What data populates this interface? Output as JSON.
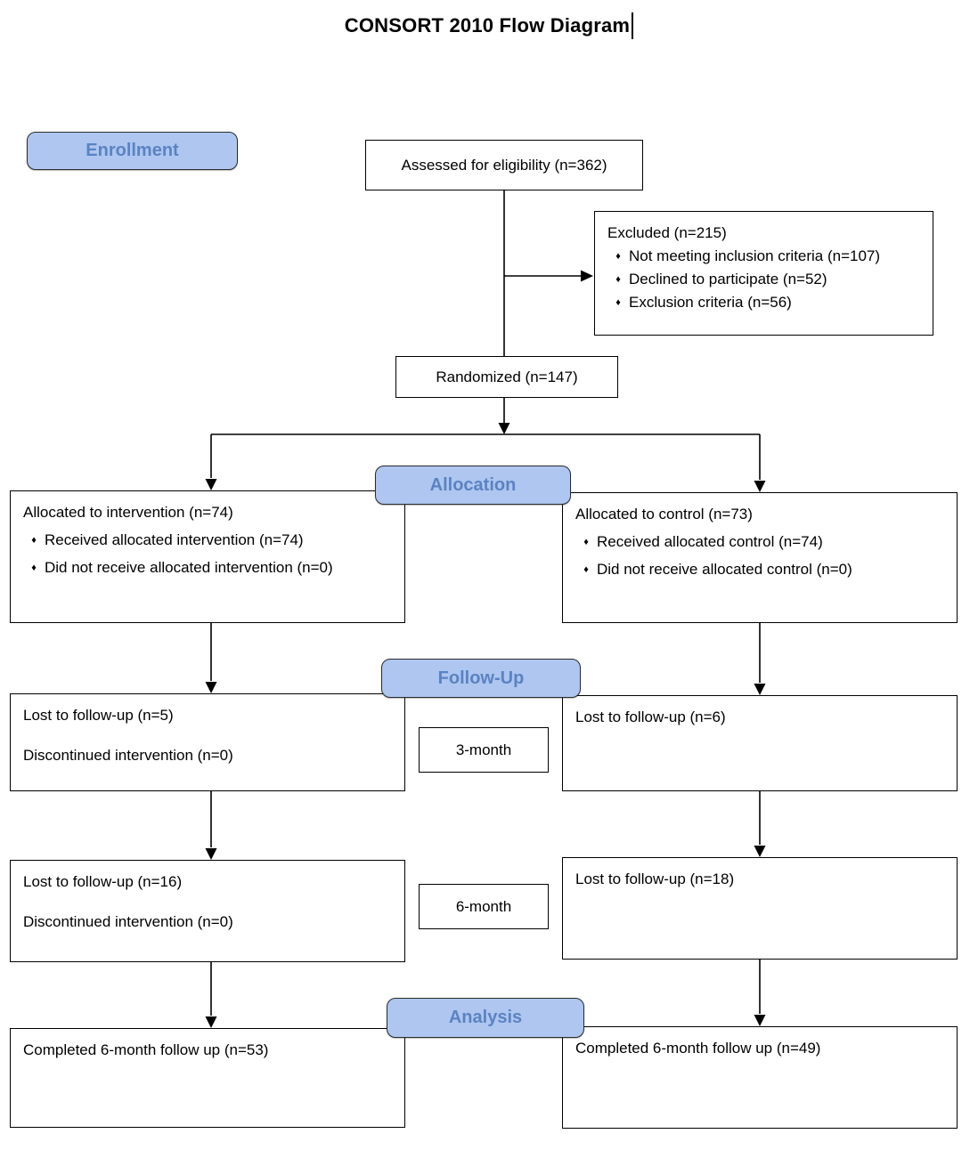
{
  "title": "CONSORT 2010 Flow Diagram",
  "bullet_char": "♦",
  "stages": {
    "enrollment": "Enrollment",
    "allocation": "Allocation",
    "followup": "Follow-Up",
    "analysis": "Analysis"
  },
  "boxes": {
    "assessed": {
      "text": "Assessed for eligibility (n=362)"
    },
    "excluded": {
      "title": "Excluded (n=215)",
      "bullets": [
        "Not meeting inclusion criteria (n=107)",
        "Declined to participate (n=52)",
        "Exclusion criteria (n=56)"
      ]
    },
    "randomized": {
      "text": "Randomized (n=147)"
    },
    "alloc_left": {
      "title": "Allocated to intervention (n=74)",
      "bullets": [
        "Received allocated intervention (n=74)",
        "Did not receive allocated intervention (n=0)"
      ]
    },
    "alloc_right": {
      "title": "Allocated to control (n=73)",
      "bullets": [
        "Received allocated control (n=74)",
        "Did not receive allocated control (n=0)"
      ]
    },
    "fu3_left": {
      "line1": "Lost to follow-up (n=5)",
      "line2": "Discontinued intervention (n=0)"
    },
    "fu3_right": {
      "line1": "Lost to follow-up (n=6)"
    },
    "timepoint_3m": "3-month",
    "fu6_left": {
      "line1": "Lost to follow-up (n=16)",
      "line2": "Discontinued intervention (n=0)"
    },
    "fu6_right": {
      "line1": "Lost to follow-up (n=18)"
    },
    "timepoint_6m": "6-month",
    "completed_left": {
      "text": "Completed 6-month follow up (n=53)"
    },
    "completed_right": {
      "text": "Completed 6-month follow up (n=49)"
    }
  },
  "colors": {
    "badge_fill": "#aec6f0",
    "badge_text": "#5b83c2",
    "line": "#000000"
  }
}
